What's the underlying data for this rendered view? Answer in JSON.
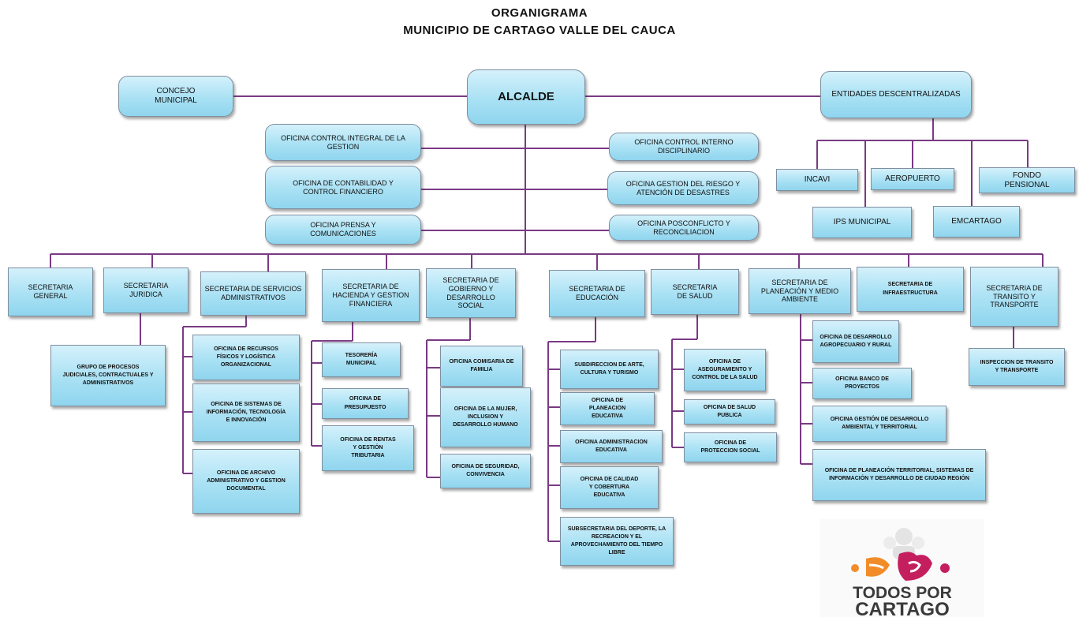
{
  "header": {
    "title": "ORGANIGRAMA",
    "subtitle": "MUNICIPIO  DE  CARTAGO  VALLE  DEL  CAUCA"
  },
  "top": {
    "alcalde": "ALCALDE",
    "concejo": "CONCEJO MUNICIPAL",
    "entidades": "ENTIDADES DESCENTRALIZADAS"
  },
  "entities": {
    "incavi": "INCAVI",
    "aeropuerto": "AEROPUERTO",
    "fondo": "FONDO PENSIONAL",
    "ips": "IPS MUNICIPAL",
    "emcartago": "EMCARTAGO"
  },
  "offices": {
    "control_integral": "OFICINA CONTROL INTEGRAL DE LA GESTION",
    "contabilidad": "OFICINA DE CONTABILIDAD Y CONTROL FINANCIERO",
    "prensa": "OFICINA PRENSA Y COMUNICACIONES",
    "control_interno": "OFICINA CONTROL INTERNO DISCIPLINARIO",
    "riesgo": "OFICINA GESTION DEL RIESGO Y ATENCIÓN DE DESASTRES",
    "posconflicto": "OFICINA POSCONFLICTO Y RECONCILIACION"
  },
  "secretarias": {
    "general": "SECRETARIA GENERAL",
    "juridica": "SECRETARIA JURIDICA",
    "servicios": "SECRETARIA DE SERVICIOS ADMINISTRATIVOS",
    "hacienda": "SECRETARIA DE HACIENDA Y GESTION FINANCIERA",
    "gobierno": "SECRETARIA DE GOBIERNO Y DESARROLLO SOCIAL",
    "educacion": "SECRETARIA DE EDUCACIÓN",
    "salud": "SECRETARIA DE SALUD",
    "planeacion": "SECRETARIA DE PLANEACIÓN Y MEDIO AMBIENTE",
    "infraestructura": "SECRETARIA DE INFRAESTRUCTURA",
    "transito": "SECRETARIA DE TRANSITO Y TRANSPORTE"
  },
  "subunits": {
    "juridica_1": "GRUPO DE PROCESOS JUDICIALES, CONTRACTUALES Y ADMINISTRATIVOS",
    "servicios_1": "OFICINA DE RECURSOS FÍSICOS Y LOGÍSTICA ORGANIZACIONAL",
    "servicios_2": "OFICINA DE SISTEMAS DE INFORMACIÓN, TECNOLOGÍA E INNOVACIÓN",
    "servicios_3": "OFICINA DE ARCHIVO ADMINISTRATIVO Y GESTION DOCUMENTAL",
    "hacienda_1": "TESORERÍA MUNICIPAL",
    "hacienda_2": "OFICINA DE PRESUPUESTO",
    "hacienda_3": "OFICINA DE RENTAS Y GESTIÓN TRIBUTARIA",
    "gobierno_1": "OFICINA COMISARIA DE FAMILIA",
    "gobierno_2": "OFICINA DE LA MUJER, INCLUSION Y DESARROLLO HUMANO",
    "gobierno_3": "OFICINA DE SEGURIDAD, CONVIVENCIA",
    "educacion_1": "SUBDIRECCION DE ARTE, CULTURA Y TURISMO",
    "educacion_2": "OFICINA DE PLANEACION EDUCATIVA",
    "educacion_3": "OFICINA ADMINISTRACION EDUCATIVA",
    "educacion_4": "OFICINA DE CALIDAD Y COBERTURA EDUCATIVA",
    "educacion_5": "SUBSECRETARIA DEL DEPORTE, LA RECREACION Y EL APROVECHAMIENTO DEL TIEMPO LIBRE",
    "salud_1": "OFICINA DE ASEGURAMIENTO Y CONTROL DE LA SALUD",
    "salud_2": "OFICINA DE SALUD PUBLICA",
    "salud_3": "OFICINA DE PROTECCION SOCIAL",
    "planeacion_1": "OFICINA DE DESARROLLO AGROPECUARIO Y RURAL",
    "planeacion_2": "OFICINA BANCO DE PROYECTOS",
    "planeacion_3": "OFICINA GESTIÓN DE DESARROLLO AMBIENTAL Y TERRITORIAL",
    "planeacion_4": "OFICINA DE PLANEACIÓN TERRITORIAL, SISTEMAS DE INFORMACIÓN Y DESARROLLO DE CIUDAD REGIÓN",
    "transito_1": "INSPECCION DE TRANSITO Y TRANSPORTE"
  },
  "logo": {
    "line1": "TODOS POR",
    "line2": "CARTAGO"
  },
  "colors": {
    "box_fill": "#a9e1f4",
    "connector": "#7a3a84",
    "logo_orange": "#f28c28",
    "logo_pink": "#c41e5f"
  }
}
